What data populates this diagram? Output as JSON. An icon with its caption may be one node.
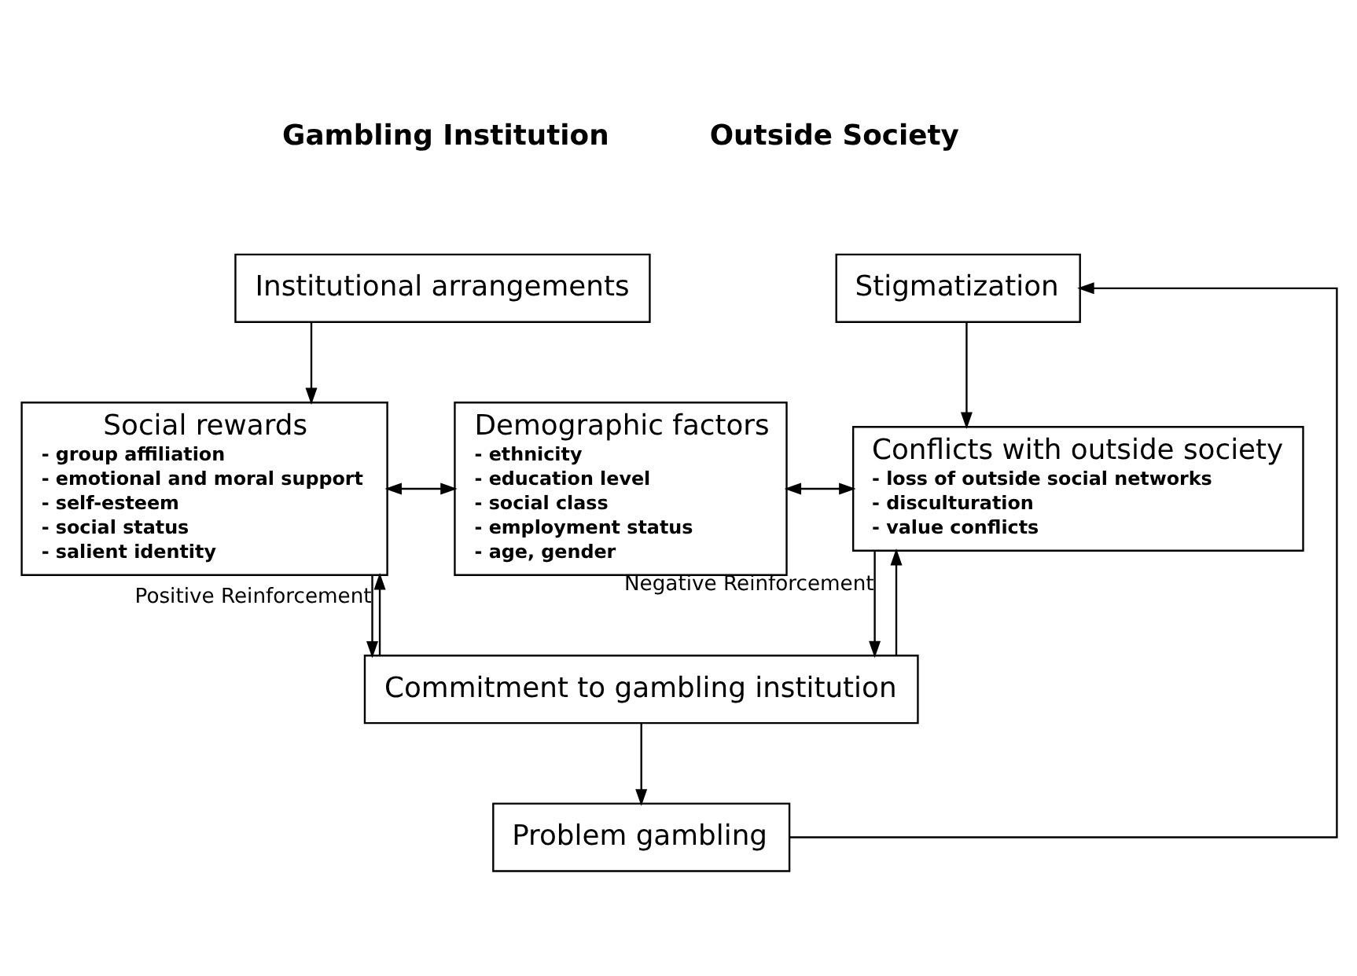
{
  "diagram": {
    "nodes": [
      {
        "text": [
          "Institutional arrangements"
        ]
      },
      {
        "text": [
          "Stigmatization"
        ]
      },
      {
        "text": [
          "Social rewards",
          "- group affiliation",
          "- emotional and moral support",
          "- self-esteem",
          "- social status",
          "- salient identity"
        ]
      },
      {
        "text": [
          "Demographic factors",
          "- ethnicity",
          "- education level",
          "- social class",
          "- employment status",
          "- age, gender"
        ]
      },
      {
        "text": [
          "Conflicts with outside society",
          "- loss of outside social networks",
          "- disculturation",
          "- value conflicts"
        ]
      },
      {
        "text": [
          "Commitment to gambling institution"
        ]
      },
      {
        "text": [
          "Problem gambling"
        ]
      }
    ],
    "edges": [
      {
        "from": 0,
        "to": 2,
        "arrow": "to"
      },
      {
        "from": 1,
        "to": 4,
        "arrow": "to"
      },
      {
        "from": 2,
        "to": 3,
        "arrow": "both"
      },
      {
        "from": 3,
        "to": 4,
        "arrow": "both"
      },
      {
        "from": 2,
        "to": 5,
        "arrow": "to",
        "label": "Positive Reinforcement"
      },
      {
        "from": 5,
        "to": 2,
        "arrow": "to"
      },
      {
        "from": 5,
        "to": 4,
        "arrow": "to"
      },
      {
        "from": 4,
        "to": 5,
        "arrow": "to",
        "label": "Negative Reinforcement"
      },
      {
        "from": 5,
        "to": 6,
        "arrow": "to"
      },
      {
        "from": 6,
        "to": 1,
        "arrow": "to"
      }
    ],
    "labels": [
      "Gambling Institution",
      "Outside Society"
    ]
  }
}
